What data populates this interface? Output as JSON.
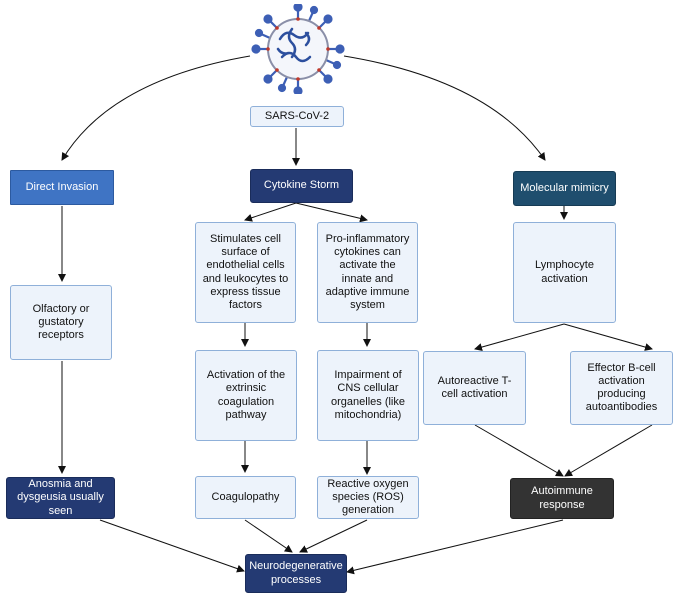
{
  "virus": {
    "icon": "coronavirus-icon"
  },
  "top": {
    "label": "SARS-CoV-2"
  },
  "direct": {
    "header": "Direct Invasion",
    "box1": "Olfactory or gustatory receptors",
    "box2": "Anosmia and dysgeusia usually seen"
  },
  "storm": {
    "header": "Cytokine Storm",
    "left1": "Stimulates cell surface of endothelial cells and leukocytes to express tissue factors",
    "left2": "Activation of the extrinsic coagulation pathway",
    "left3": "Coagulopathy",
    "right1": "Pro-inflammatory cytokines can activate the innate and adaptive immune system",
    "right2": "Impairment of CNS cellular organelles (like mitochondria)",
    "right3": "Reactive oxygen species (ROS) generation"
  },
  "mimicry": {
    "header": "Molecular mimicry",
    "box1": "Lymphocyte activation",
    "left": "Autoreactive T-cell activation",
    "right": "Effector B-cell activation producing autoantibodies",
    "result": "Autoimmune response"
  },
  "bottom": {
    "label": "Neurodegenerative processes"
  },
  "colors": {
    "light_fill": "#edf3fb",
    "light_border": "#8fb0d9",
    "blue": "#3f74c4",
    "navy": "#243a73",
    "teal": "#1f4e6e",
    "dark": "#333333"
  }
}
